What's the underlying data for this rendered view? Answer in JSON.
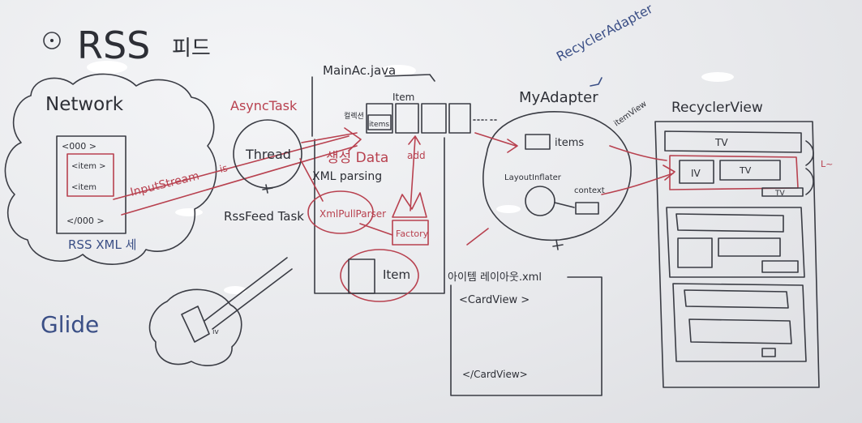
{
  "board": {
    "title_symbol": "⊙",
    "title": "RSS",
    "title_suffix": "피드",
    "network": {
      "label": "Network",
      "xml_open": "<000 >",
      "item_open": "<item >",
      "item_close": "<item",
      "xml_close": "</000 >",
      "caption": "RSS XML 세",
      "stream_label": "InputStream",
      "stream_abbr": "is"
    },
    "async": {
      "label": "AsyncTask",
      "thread": "Thread",
      "task": "RssFeed Task"
    },
    "main": {
      "file": "MainAc.java",
      "item_label": "Item",
      "list_label": "컬렉션",
      "items_label": "items",
      "data_label": "생성 Data",
      "add_label": "add",
      "parsing": "XML parsing",
      "parser": "XmlPullParser",
      "factory": "Factory",
      "item_object": "Item"
    },
    "adapter": {
      "label": "MyAdapter",
      "parent": "RecyclerAdapter",
      "items": "items",
      "inflater": "LayoutInflater",
      "context": "context"
    },
    "card": {
      "file": "아이템 레이아웃.xml",
      "open": "<CardView >",
      "close": "</CardView>"
    },
    "recycler": {
      "label": "RecyclerView",
      "item_view": "itemView",
      "tv1": "TV",
      "iv": "IV",
      "tv2": "TV",
      "tv3": "TV",
      "side_mark": "L~"
    },
    "glide": {
      "label": "Glide",
      "marker_note": "iv"
    }
  }
}
